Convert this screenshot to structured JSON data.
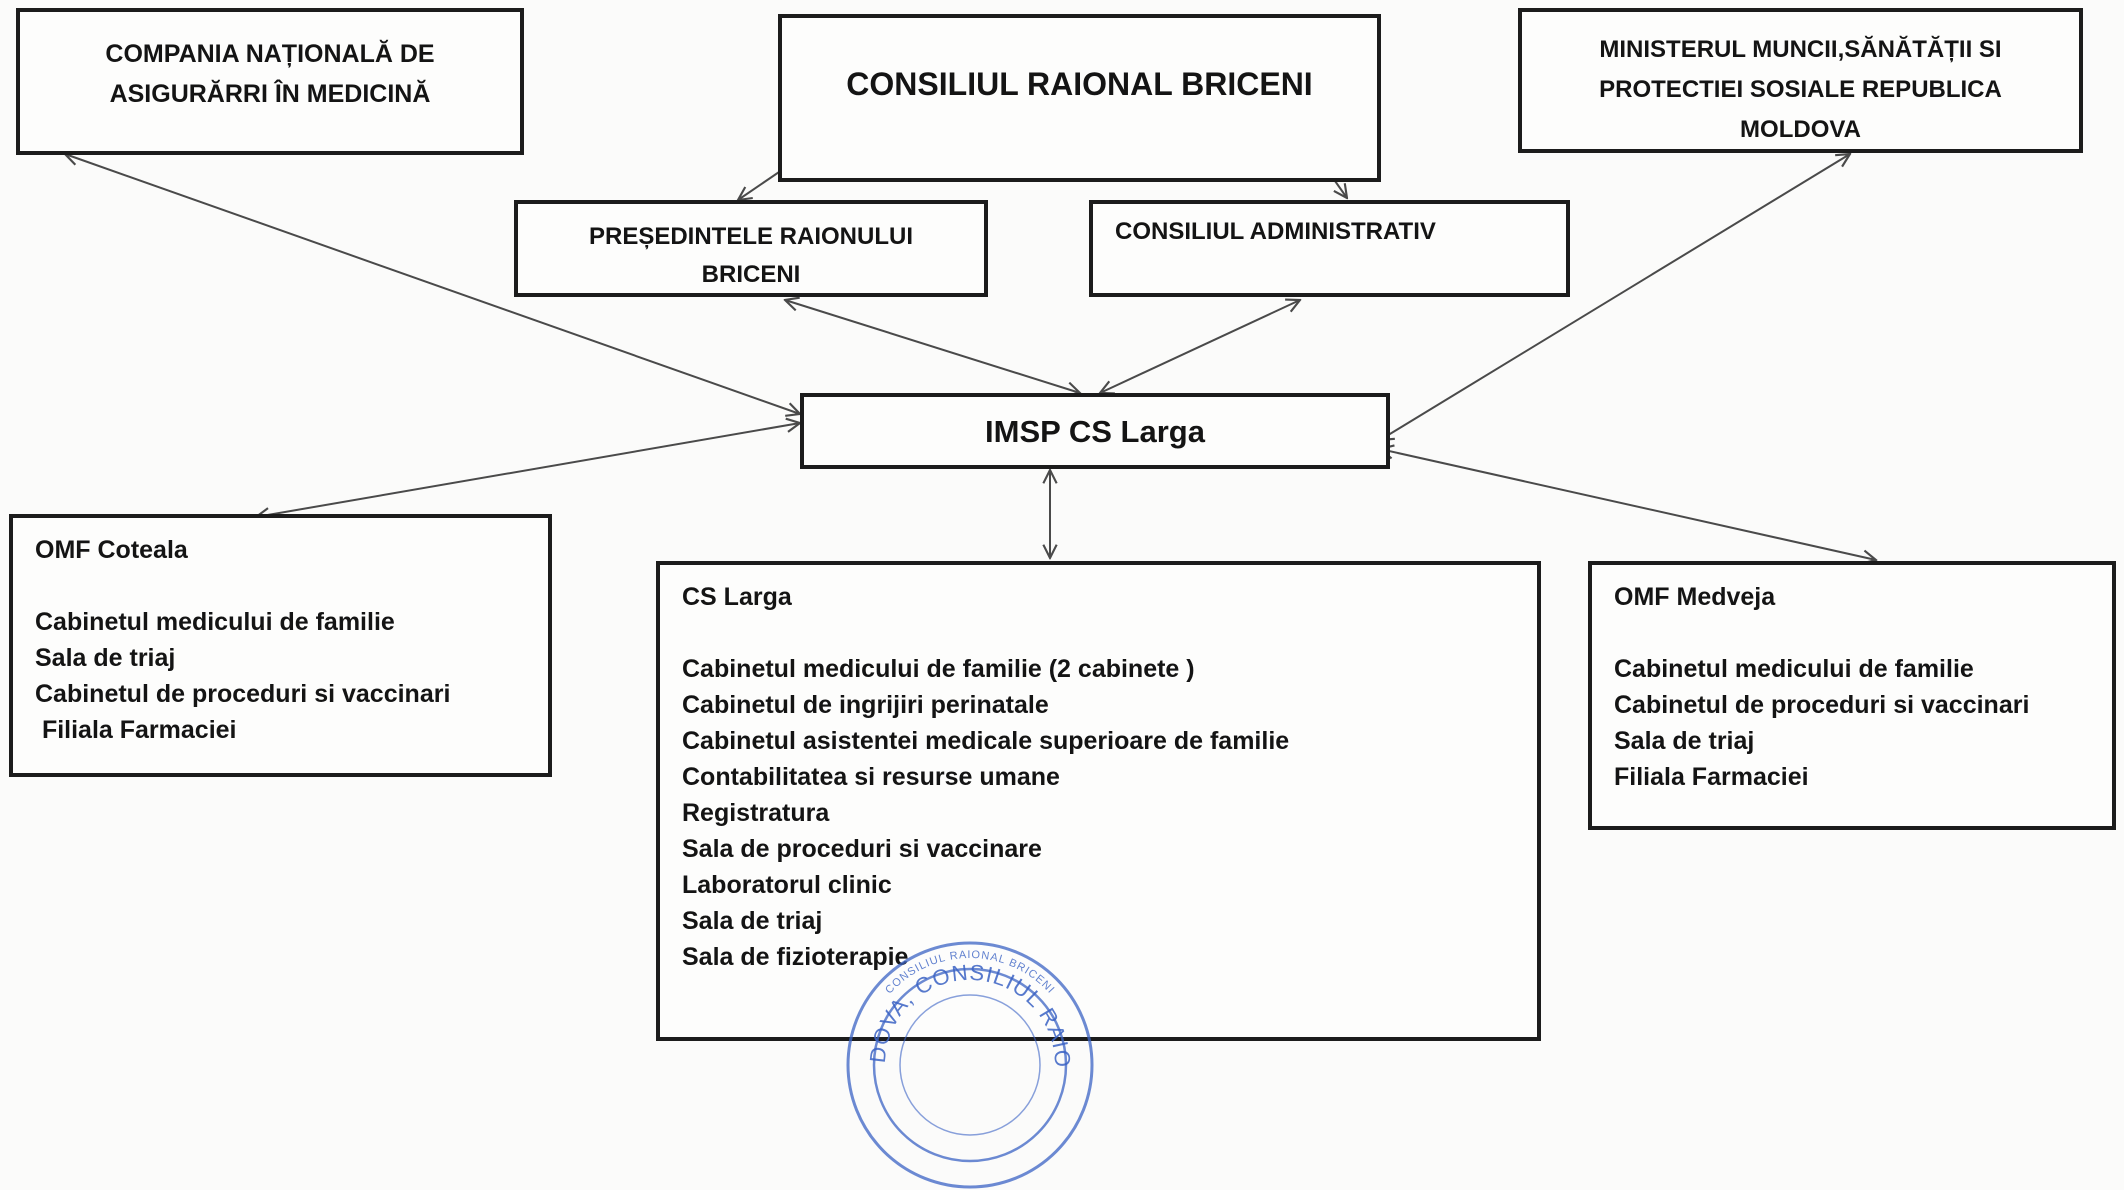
{
  "boxes": {
    "cnam": {
      "line1": "COMPANIA NAȚIONALĂ DE",
      "line2": "ASIGURĂRRI ÎN MEDICINĂ"
    },
    "consiliu": {
      "label": "CONSILIUL RAIONAL BRICENI"
    },
    "minister": {
      "line1": "MINISTERUL  MUNCII,SĂNĂTĂȚII SI",
      "line2": "PROTECTIEI SOSIALE REPUBLICA",
      "line3": "MOLDOVA"
    },
    "presedinte": {
      "line1": "PREȘEDINTELE RAIONULUI",
      "line2": "BRICENI"
    },
    "cons_admin": {
      "label": "CONSILIUL ADMINISTRATIV"
    },
    "imsp": {
      "label": "IMSP CS Larga"
    },
    "coteala": {
      "title": "OMF Coteala",
      "items": [
        "Cabinetul medicului de familie",
        "Sala de triaj",
        "Cabinetul de proceduri si vaccinari",
        " Filiala Farmaciei"
      ]
    },
    "cs_larga": {
      "title": "CS Larga",
      "items": [
        "Cabinetul medicului de familie (2 cabinete )",
        "Cabinetul de ingrijiri perinatale",
        "Cabinetul asistentei medicale superioare de familie",
        "Contabilitatea si resurse umane",
        "Registratura",
        "Sala de proceduri si vaccinare",
        "Laboratorul clinic",
        "Sala de triaj",
        "Sala de fizioterapie"
      ]
    },
    "medveja": {
      "title": "OMF Medveja",
      "items": [
        "Cabinetul medicului de familie",
        "Cabinetul de proceduri si vaccinari",
        "Sala de triaj",
        "Filiala Farmaciei"
      ]
    }
  },
  "stamp": {
    "text": "MOLDOVA, CONSILIUL RAIONAL",
    "outer_text": "CONSILIUL RAIONAL BRICENI",
    "color": "#3b63c4"
  },
  "colors": {
    "border": "#1c1c1c",
    "arrow": "#4a4a4a",
    "stamp": "#3b63c4"
  }
}
